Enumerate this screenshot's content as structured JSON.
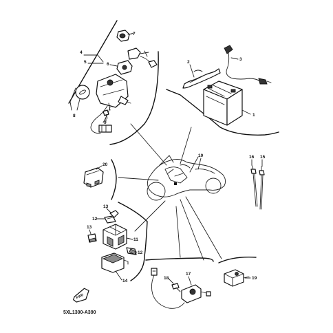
{
  "diagram": {
    "code": "5XL1300-A390",
    "fwd_label": "FWD",
    "callouts": {
      "c1": "1",
      "c2": "2",
      "c3": "3",
      "c4": "4",
      "c5": "5",
      "c6": "6",
      "c7": "7",
      "c8": "8",
      "c9": "9",
      "c10": "10",
      "c11": "11",
      "c12a": "12",
      "c12b": "12",
      "c13a": "13",
      "c13b": "13",
      "c14": "14",
      "c15": "15",
      "c16": "16",
      "c17": "17",
      "c18": "18",
      "c19": "19",
      "c20": "20"
    }
  }
}
